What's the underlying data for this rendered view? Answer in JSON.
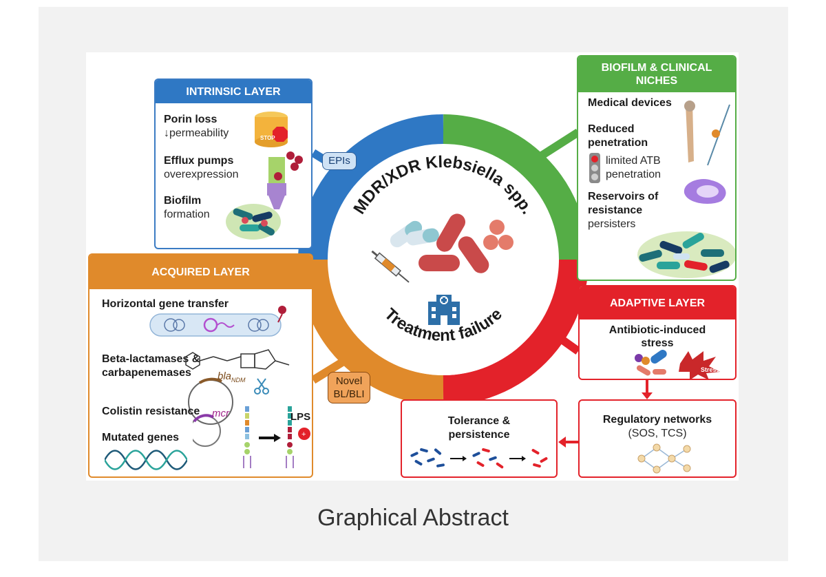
{
  "center": {
    "top_text": "MDR/XDR Klebsiella spp.",
    "bottom_text": "Treatment failure"
  },
  "tags": {
    "epis": "EPIs",
    "novel_line1": "Novel",
    "novel_line2": "BL/BLI"
  },
  "intrinsic": {
    "title": "INTRINSIC LAYER",
    "porin_title": "Porin loss",
    "porin_sub": "↓permeability",
    "stop_label": "STOP",
    "efflux_title": "Efflux pumps",
    "efflux_sub": "overexpression",
    "biofilm_title": "Biofilm",
    "biofilm_sub": "formation"
  },
  "acquired": {
    "title": "ACQUIRED LAYER",
    "hgt": "Horizontal gene transfer",
    "beta_line1": "Beta-lactamases &",
    "beta_line2": "carbapenemases",
    "bla": "bla",
    "bla_sub": "NDM",
    "colistin": "Colistin resistance",
    "mcr": "mcr",
    "lps": "LPS",
    "mutated": "Mutated genes"
  },
  "biofilm": {
    "title_line1": "BIOFILM & CLINICAL",
    "title_line2": "NICHES",
    "medical": "Medical devices",
    "reduced_line1": "Reduced",
    "reduced_line2": "penetration",
    "limited_line1": "limited ATB",
    "limited_line2": "penetration",
    "reservoirs_line1": "Reservoirs of",
    "reservoirs_line2": "resistance",
    "persisters": "persisters"
  },
  "adaptive": {
    "title": "ADAPTIVE LAYER",
    "stress_line1": "Antibiotic-induced",
    "stress_line2": "stress",
    "stress_badge": "Stress"
  },
  "regulatory": {
    "line1": "Regulatory networks",
    "line2": "(SOS, TCS)"
  },
  "tolerance": {
    "line1": "Tolerance &",
    "line2": "persistence"
  },
  "caption": "Graphical Abstract",
  "colors": {
    "blue": "#2f78c4",
    "green": "#55ad46",
    "orange": "#e08a2b",
    "red": "#e3222a"
  }
}
